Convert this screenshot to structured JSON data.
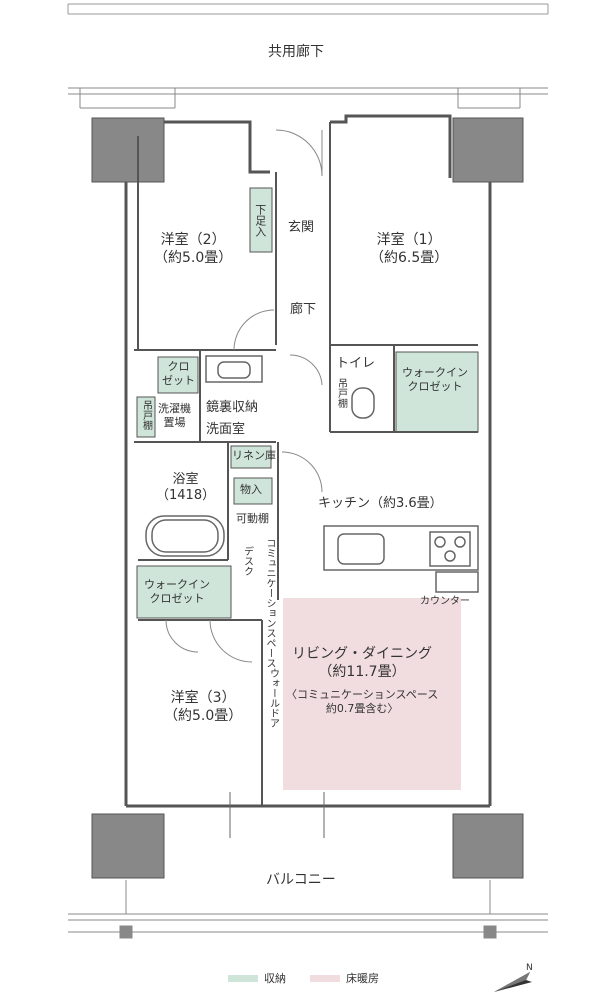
{
  "corridor_label": "共用廊下",
  "balcony_label": "バルコニー",
  "rooms": {
    "room2": {
      "name": "洋室（2）",
      "size": "（約5.0畳）"
    },
    "room1": {
      "name": "洋室（1）",
      "size": "（約6.5畳）"
    },
    "room3": {
      "name": "洋室（3）",
      "size": "（約5.0畳）"
    },
    "entrance": "玄関",
    "hallway": "廊下",
    "toilet": "トイレ",
    "bath": {
      "name": "浴室",
      "size": "（1418）"
    },
    "washroom": "洗面室",
    "mirror_storage": "鏡裏収納",
    "washer": {
      "line1": "洗濯機",
      "line2": "置場"
    },
    "kitchen": "キッチン（約3.6畳）",
    "living": {
      "name": "リビング・ダイニング",
      "size": "（約11.7畳）",
      "note1": "〈コミュニケーションスペース",
      "note2": "約0.7畳含む〉"
    }
  },
  "storage": {
    "shoe": "下足入",
    "closet_small": {
      "line1": "クロ",
      "line2": "ゼット"
    },
    "hanging_shelf_toilet": "吊戸棚",
    "hanging_shelf_wash": "吊戸棚",
    "linen": "リネン庫",
    "storage": "物入",
    "adjustable_shelf": "可動棚",
    "walkin1": {
      "line1": "ウォークイン",
      "line2": "クロゼット"
    },
    "walkin3": {
      "line1": "ウォークイン",
      "line2": "クロゼット"
    }
  },
  "misc": {
    "desk": "デスク",
    "comm_space": "コミュニケーションスペース",
    "wall_door": "ウォールドア",
    "counter": "カウンター"
  },
  "legend": {
    "storage_label": "収納",
    "storage_color": "#cfe5d9",
    "floor_heating_label": "床暖房",
    "floor_heating_color": "#f1dde0"
  },
  "colors": {
    "storage_fill": "#cfe5d9",
    "heating_fill": "#f1dde0",
    "column_fill": "#888888",
    "wall": "#555555"
  },
  "compass_icon": "north-arrow-icon",
  "compass_letter": "N"
}
